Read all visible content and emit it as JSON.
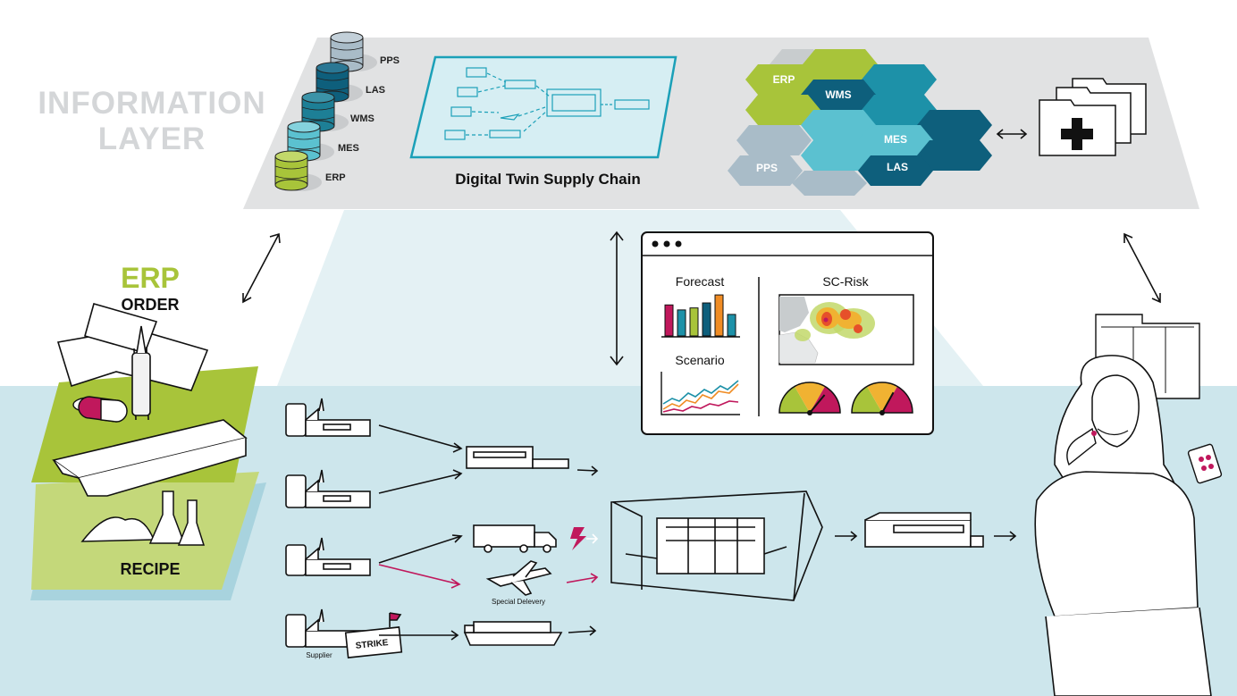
{
  "information_layer": {
    "title_line1": "INFORMATION",
    "title_line2": "LAYER"
  },
  "database_stack": {
    "labels": [
      "PPS",
      "LAS",
      "WMS",
      "MES",
      "ERP"
    ]
  },
  "digital_twin": {
    "caption": "Digital Twin Supply Chain"
  },
  "system_hexagons": {
    "labels": [
      "ERP",
      "WMS",
      "MES",
      "PPS",
      "LAS"
    ]
  },
  "erp_panel": {
    "title": "ERP",
    "subtitle": "ORDER",
    "recipe_label": "RECIPE"
  },
  "dashboard": {
    "forecast_label": "Forecast",
    "scenario_label": "Scenario",
    "risk_label": "SC-Risk"
  },
  "supply_chain": {
    "special_delivery": "Special Delevery",
    "supplier": "Supplier",
    "strike": "STRIKE"
  },
  "colors": {
    "lime": "#a8c43a",
    "teal_dark": "#0e5f7c",
    "teal": "#1d91a8",
    "teal_light": "#5bc1d0",
    "grey_blue": "#a9bcc8",
    "ground": "#cde6ec",
    "layer": "#e1e2e3",
    "accent_pink": "#c0185c",
    "orange": "#f08c24"
  },
  "forecast_bars": [
    0.62,
    0.52,
    0.56,
    0.66,
    0.82,
    0.43
  ],
  "gauges": [
    {
      "level": 0.72
    },
    {
      "level": 0.66
    }
  ]
}
